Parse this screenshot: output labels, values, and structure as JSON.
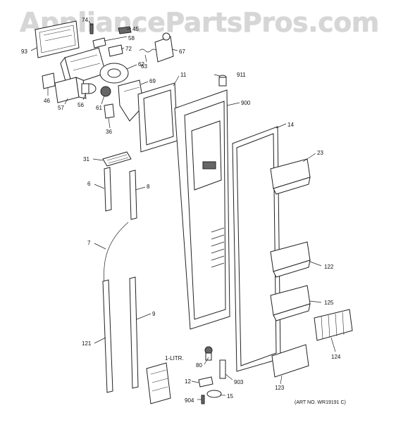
{
  "watermark": "AppliancePartsPros.com",
  "art_number": "(ART NO. WR19191 C)",
  "callouts": {
    "c74": "74",
    "c45": "45",
    "c58": "58",
    "c72": "72",
    "c93": "93",
    "c67": "67",
    "c63": "63",
    "c62": "62",
    "c46": "46",
    "c57": "57",
    "c56": "56",
    "c61": "61",
    "c69": "69",
    "c11": "11",
    "c911": "911",
    "c900": "900",
    "c36": "36",
    "c14": "14",
    "c23": "23",
    "c31": "31",
    "c6": "6",
    "c8": "8",
    "c7": "7",
    "c122": "122",
    "c125": "125",
    "c9": "9",
    "c121": "121",
    "c124": "124",
    "c1litr": "1-LITR.",
    "c80": "80",
    "c12": "12",
    "c903": "903",
    "c123": "123",
    "c904": "904",
    "c15": "15"
  }
}
